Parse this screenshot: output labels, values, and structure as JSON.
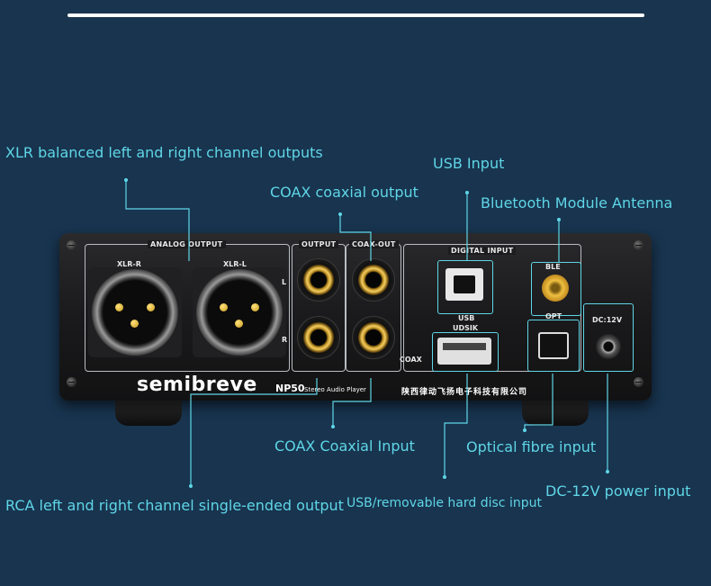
{
  "callouts": {
    "xlr": "XLR balanced left and right channel outputs",
    "usb_input": "USB Input",
    "coax_output": "COAX coaxial output",
    "bluetooth": "Bluetooth Module Antenna",
    "coax_input": "COAX Coaxial Input",
    "optical": "Optical fibre input",
    "rca": "RCA left and right channel single-ended output",
    "usb_disk": "USB/removable hard disc input",
    "dc": "DC-12V power input"
  },
  "panel": {
    "analog_output": "ANALOG OUTPUT",
    "xlr_r": "XLR-R",
    "xlr_l": "XLR-L",
    "output": "OUTPUT",
    "coax_out": "COAX-OUT",
    "digital_input": "DIGITAL INPUT",
    "ble": "BLE",
    "usb": "USB",
    "udisk": "UDSIK",
    "opt": "OPT",
    "dc_12v": "DC:12V",
    "l": "L",
    "r": "R",
    "coax": "COAX",
    "brand": "semibreve",
    "model": "NP50",
    "model_sub": "Stereo Audio Player",
    "maker_cn": "陕西律动飞扬电子科技有限公司"
  },
  "colors": {
    "background": "#18344f",
    "callout_text": "#5fd6e6",
    "leader_line": "#5fd6e6"
  }
}
